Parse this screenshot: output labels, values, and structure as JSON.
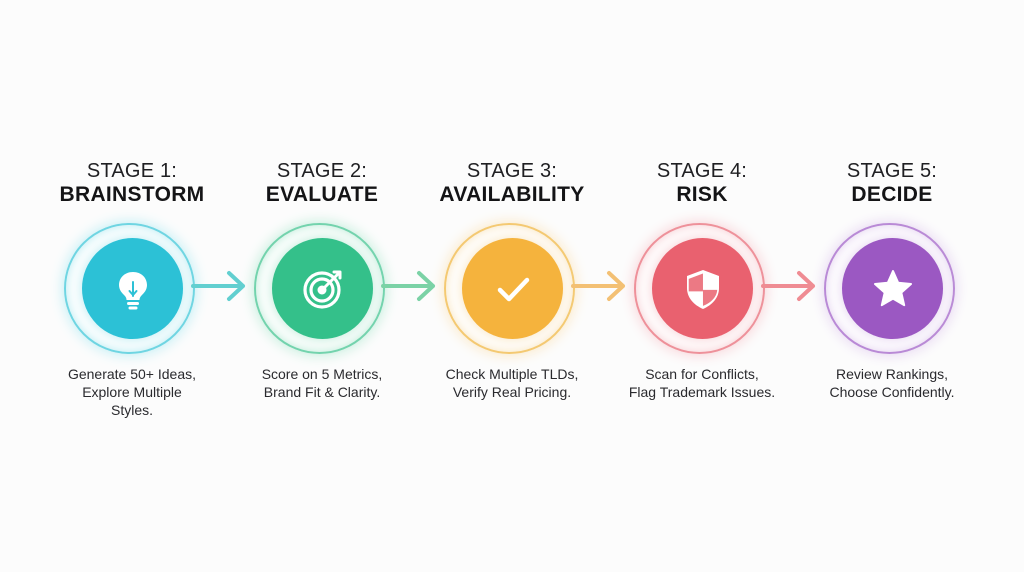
{
  "stages": [
    {
      "label": "STAGE 1:",
      "title": "BRAINSTORM",
      "line1": "Generate 50+ Ideas,",
      "line2": "Explore Multiple",
      "line3": "Styles.",
      "icon": "lightbulb-icon",
      "color": "#2cc1d6",
      "ring": "#6fd5e2",
      "glow": "#b6ecf3"
    },
    {
      "label": "STAGE 2:",
      "title": "EVALUATE",
      "line1": "Score on 5 Metrics,",
      "line2": "Brand Fit & Clarity.",
      "line3": "",
      "icon": "target-icon",
      "color": "#34c08a",
      "ring": "#73d3ad",
      "glow": "#b9ebd6"
    },
    {
      "label": "STAGE 3:",
      "title": "AVAILABILITY",
      "line1": "Check Multiple TLDs,",
      "line2": "Verify Real Pricing.",
      "line3": "",
      "icon": "checkmark-icon",
      "color": "#f5b33d",
      "ring": "#f4c972",
      "glow": "#fbe5bd"
    },
    {
      "label": "STAGE 4:",
      "title": "RISK",
      "line1": "Scan for Conflicts,",
      "line2": "Flag Trademark Issues.",
      "line3": "",
      "icon": "shield-icon",
      "color": "#e9616f",
      "ring": "#ee919a",
      "glow": "#f8ccd1"
    },
    {
      "label": "STAGE 5:",
      "title": "DECIDE",
      "line1": "Review Rankings,",
      "line2": "Choose Confidently.",
      "line3": "",
      "icon": "star-icon",
      "color": "#9b58c2",
      "ring": "#b98ad6",
      "glow": "#e3d0f0"
    }
  ],
  "arrows": [
    {
      "color": "#62cfd0"
    },
    {
      "color": "#7bd2a6"
    },
    {
      "color": "#f3c074"
    },
    {
      "color": "#ef8c93"
    }
  ]
}
